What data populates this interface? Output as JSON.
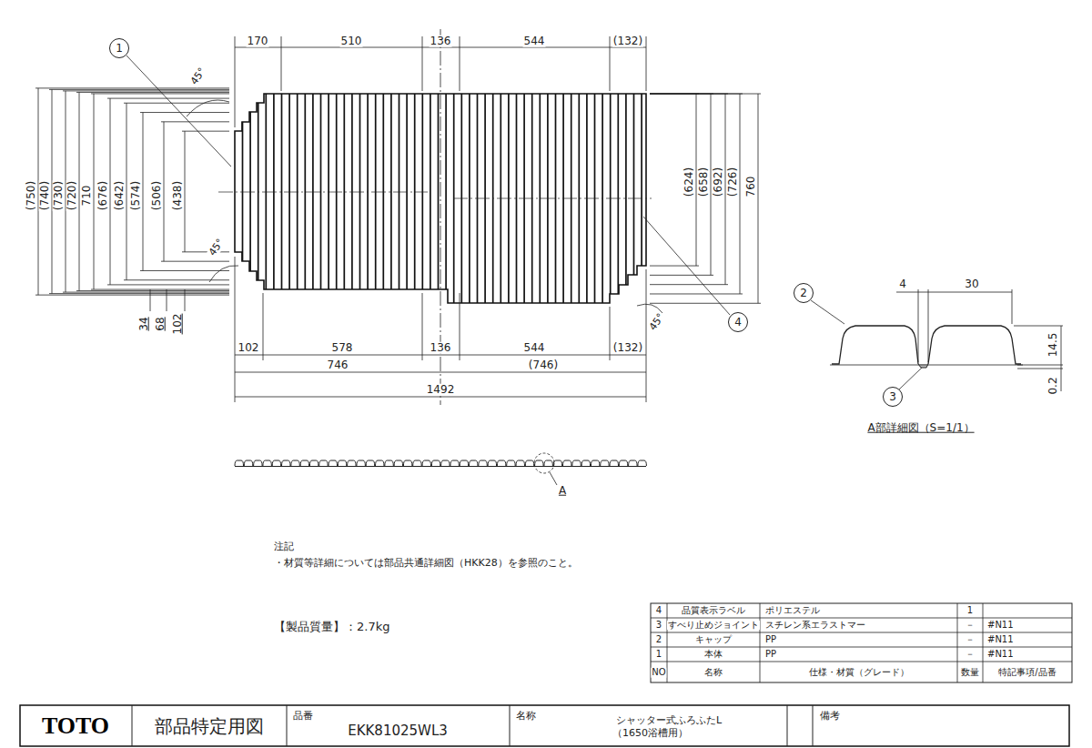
{
  "diagram": {
    "nodes": [
      {
        "text": [
          "1"
        ]
      },
      {
        "text": [
          "2"
        ]
      },
      {
        "text": [
          "4"
        ]
      },
      {
        "text": [
          "3"
        ]
      }
    ],
    "labels": [
      "170",
      "510",
      "136",
      "544",
      "(132)",
      "(750)",
      "(740)",
      "(730)",
      "(720)",
      "710",
      "(676)",
      "(642)",
      "(574)",
      "(506)",
      "(438)",
      "34",
      "68",
      "102",
      "45°",
      "45°",
      "45°",
      "(624)",
      "(658)",
      "(692)",
      "(726)",
      "760",
      "102",
      "578",
      "136",
      "544",
      "(132)",
      "746",
      "(746)",
      "1492",
      "4",
      "30",
      "14.5",
      "0.2",
      "A部詳細図（S=1/1）",
      "A",
      "注記",
      "・材質等詳細については部品共通詳細図（HKK28）を参照のこと。",
      "【製品質量】：2.7kg",
      "4",
      "品質表示ラベル",
      "ポリエステル",
      "1",
      "3",
      "すべり止めジョイント",
      "スチレン系エラストマー",
      "－",
      "#N11",
      "2",
      "キャップ",
      "PP",
      "－",
      "#N11",
      "1",
      "本体",
      "PP",
      "－",
      "#N11",
      "NO",
      "名称",
      "仕様・材質（グレード）",
      "数量",
      "特記事項/品番",
      "TOTO",
      "部品特定用図",
      "品番",
      "EKK81025WL3",
      "名称",
      "シャッター式ふろふたL",
      "（1650浴槽用）",
      "備考"
    ]
  }
}
